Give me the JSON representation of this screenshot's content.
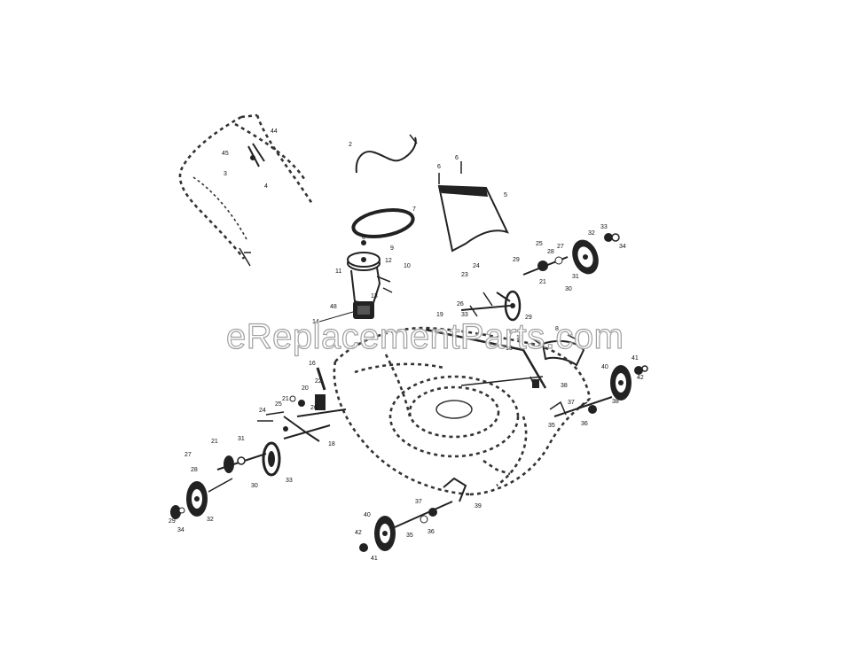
{
  "watermark": "eReplacementParts.com",
  "callouts": {
    "handle": [
      "44",
      "45",
      "3",
      "4"
    ],
    "cable": [
      "2"
    ],
    "belt": [
      "7"
    ],
    "pulley": [
      "6",
      "9",
      "10",
      "11",
      "12",
      "13"
    ],
    "gear": [
      "48",
      "14"
    ],
    "guard": [
      "6",
      "6",
      "5"
    ],
    "rear_right_wheel": [
      "25",
      "27",
      "28",
      "29",
      "32",
      "33",
      "34",
      "31",
      "30",
      "21",
      "24",
      "23"
    ],
    "rear_axle": [
      "26",
      "29",
      "33",
      "19",
      "17",
      "8",
      "18"
    ],
    "front_right_wheel": [
      "40",
      "41",
      "42",
      "36",
      "35",
      "37",
      "38"
    ],
    "left_side": [
      "16",
      "22",
      "20",
      "24",
      "25",
      "21",
      "26",
      "18",
      "38"
    ],
    "left_rear_wheel": [
      "27",
      "28",
      "21",
      "31",
      "30",
      "33",
      "29",
      "32",
      "34"
    ],
    "front_left_wheel": [
      "39",
      "37",
      "40",
      "42",
      "41",
      "36",
      "35"
    ]
  }
}
